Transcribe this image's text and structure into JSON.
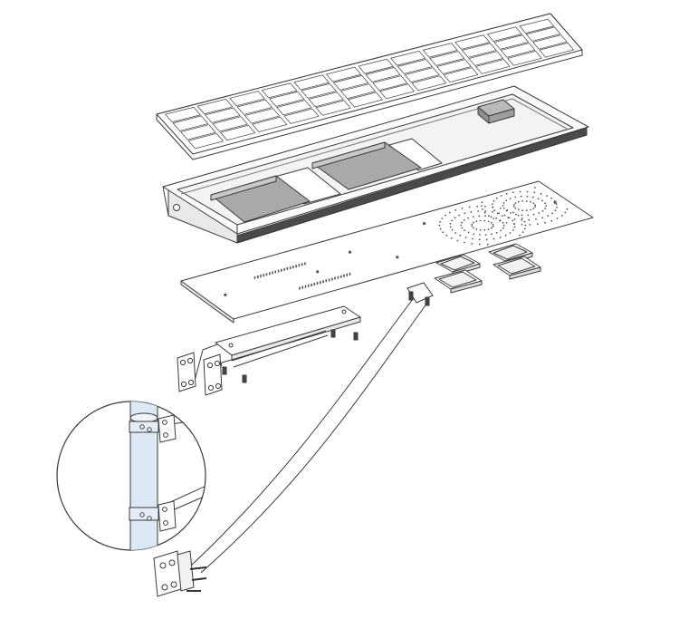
{
  "diagram": {
    "kind": "exploded-assembly",
    "labels": [],
    "colors": {
      "line": "#3a3a3a",
      "panel_fill": "#ffffff",
      "frame_fill": "#f7f7f7",
      "battery_fill": "#a9a9a9",
      "pole_fill": "#dce8f3",
      "background": "#ffffff"
    },
    "parts": [
      {
        "name": "solar-panel",
        "cells_across": 12,
        "cells_down": 4
      },
      {
        "name": "housing-frame",
        "batteries": 2,
        "controller_box": 1
      },
      {
        "name": "led-mounting-plate"
      },
      {
        "name": "led-driver-modules",
        "count": 4
      },
      {
        "name": "short-mounting-bracket"
      },
      {
        "name": "curved-support-arm"
      },
      {
        "name": "pole-clamps"
      },
      {
        "name": "detail-inset-pole"
      }
    ]
  }
}
